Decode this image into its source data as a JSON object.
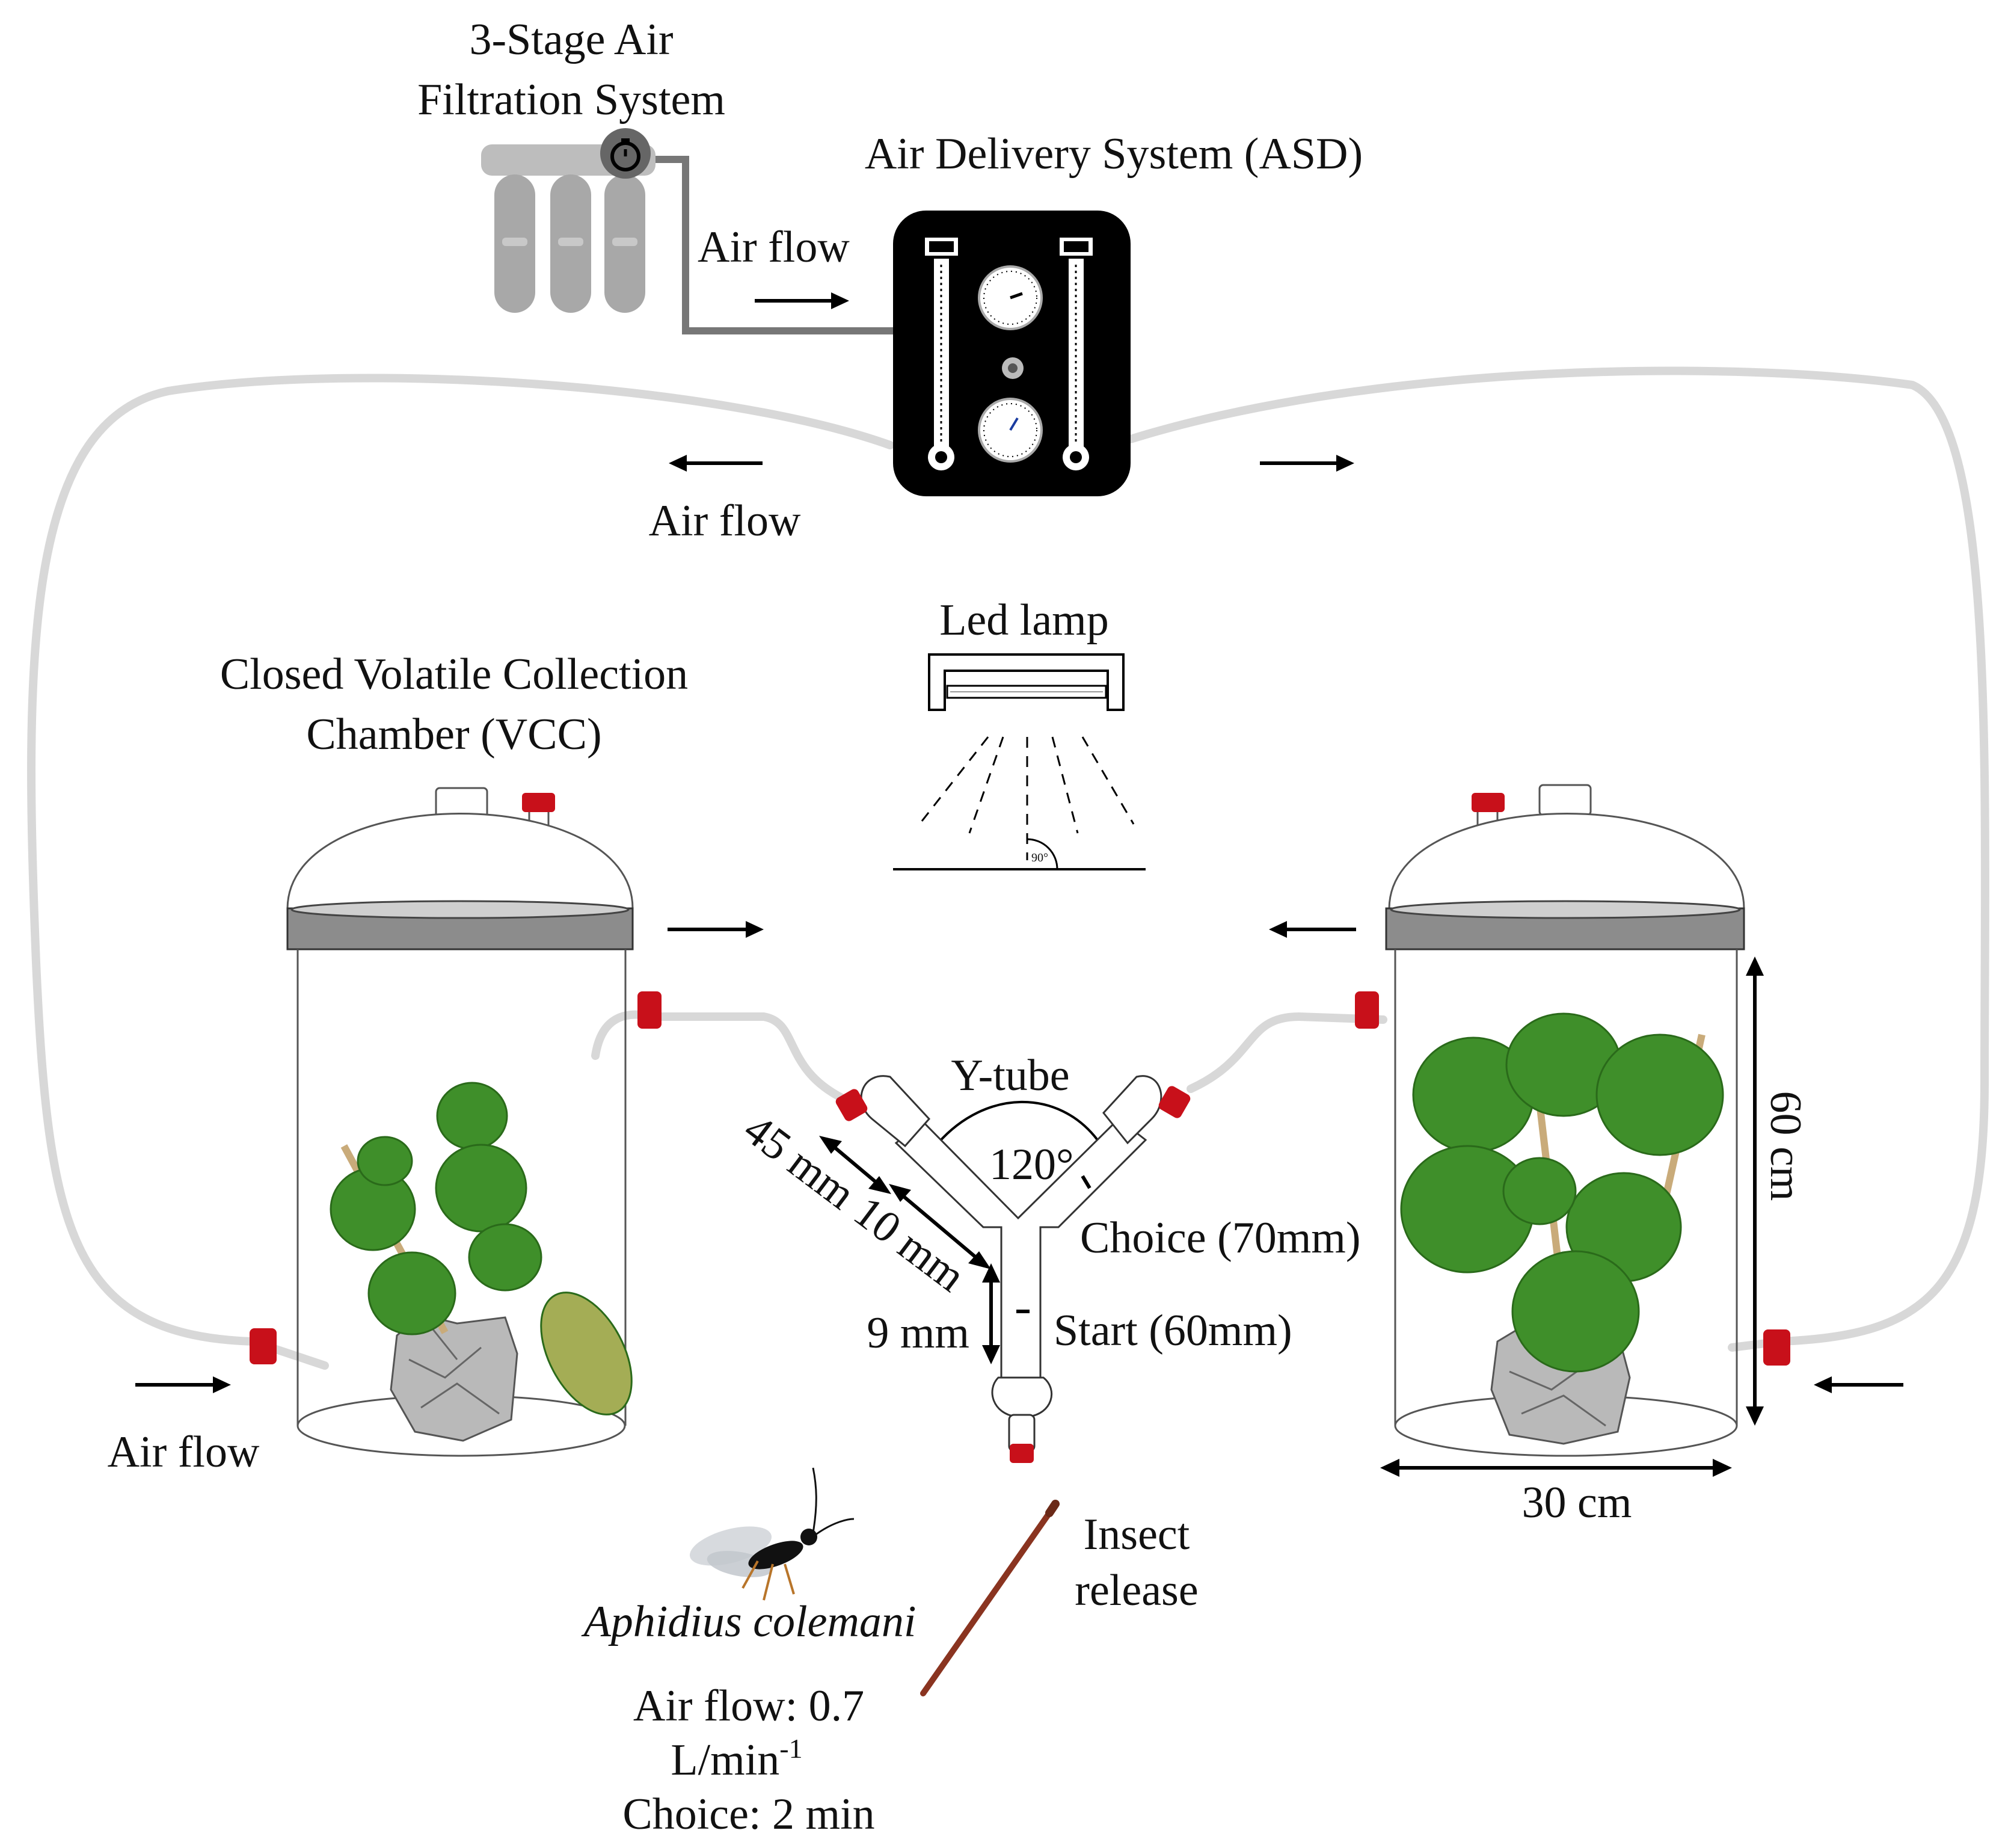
{
  "labels": {
    "filtration_line1": "3-Stage Air",
    "filtration_line2": "Filtration System",
    "asd": "Air Delivery System (ASD)",
    "air_flow_top": "Air flow",
    "air_flow_mid": "Air flow",
    "air_flow_bottom_left": "Air flow",
    "led_lamp": "Led lamp",
    "angle_90": "90°",
    "vcc_line1": "Closed Volatile Collection",
    "vcc_line2": "Chamber (VCC)",
    "ytube": "Y-tube",
    "angle_120": "120°",
    "dim_45": "45 mm",
    "dim_10": "10 mm",
    "dim_9": "9 mm",
    "choice": "Choice (70mm)",
    "start": "Start (60mm)",
    "height_60": "60 cm",
    "width_30": "30 cm",
    "species": "Aphidius colemani",
    "insect_release_line1": "Insect",
    "insect_release_line2": "release",
    "params_line1": "Air flow: 0.7",
    "params_line2_base": "L/min",
    "params_line2_sup": "-1",
    "params_line3": "Choice: 2 min"
  },
  "colors": {
    "tubing": "#d8d8d8",
    "connector_red": "#c8101a",
    "panel_black": "#000000",
    "filter_gray": "#a8a8a8",
    "chamber_ring": "#8c8c8c",
    "leaf_green": "#3f8f2a"
  },
  "icons": {
    "timer": "stopwatch-icon",
    "brush": "paintbrush-icon",
    "insect": "wasp-icon"
  }
}
